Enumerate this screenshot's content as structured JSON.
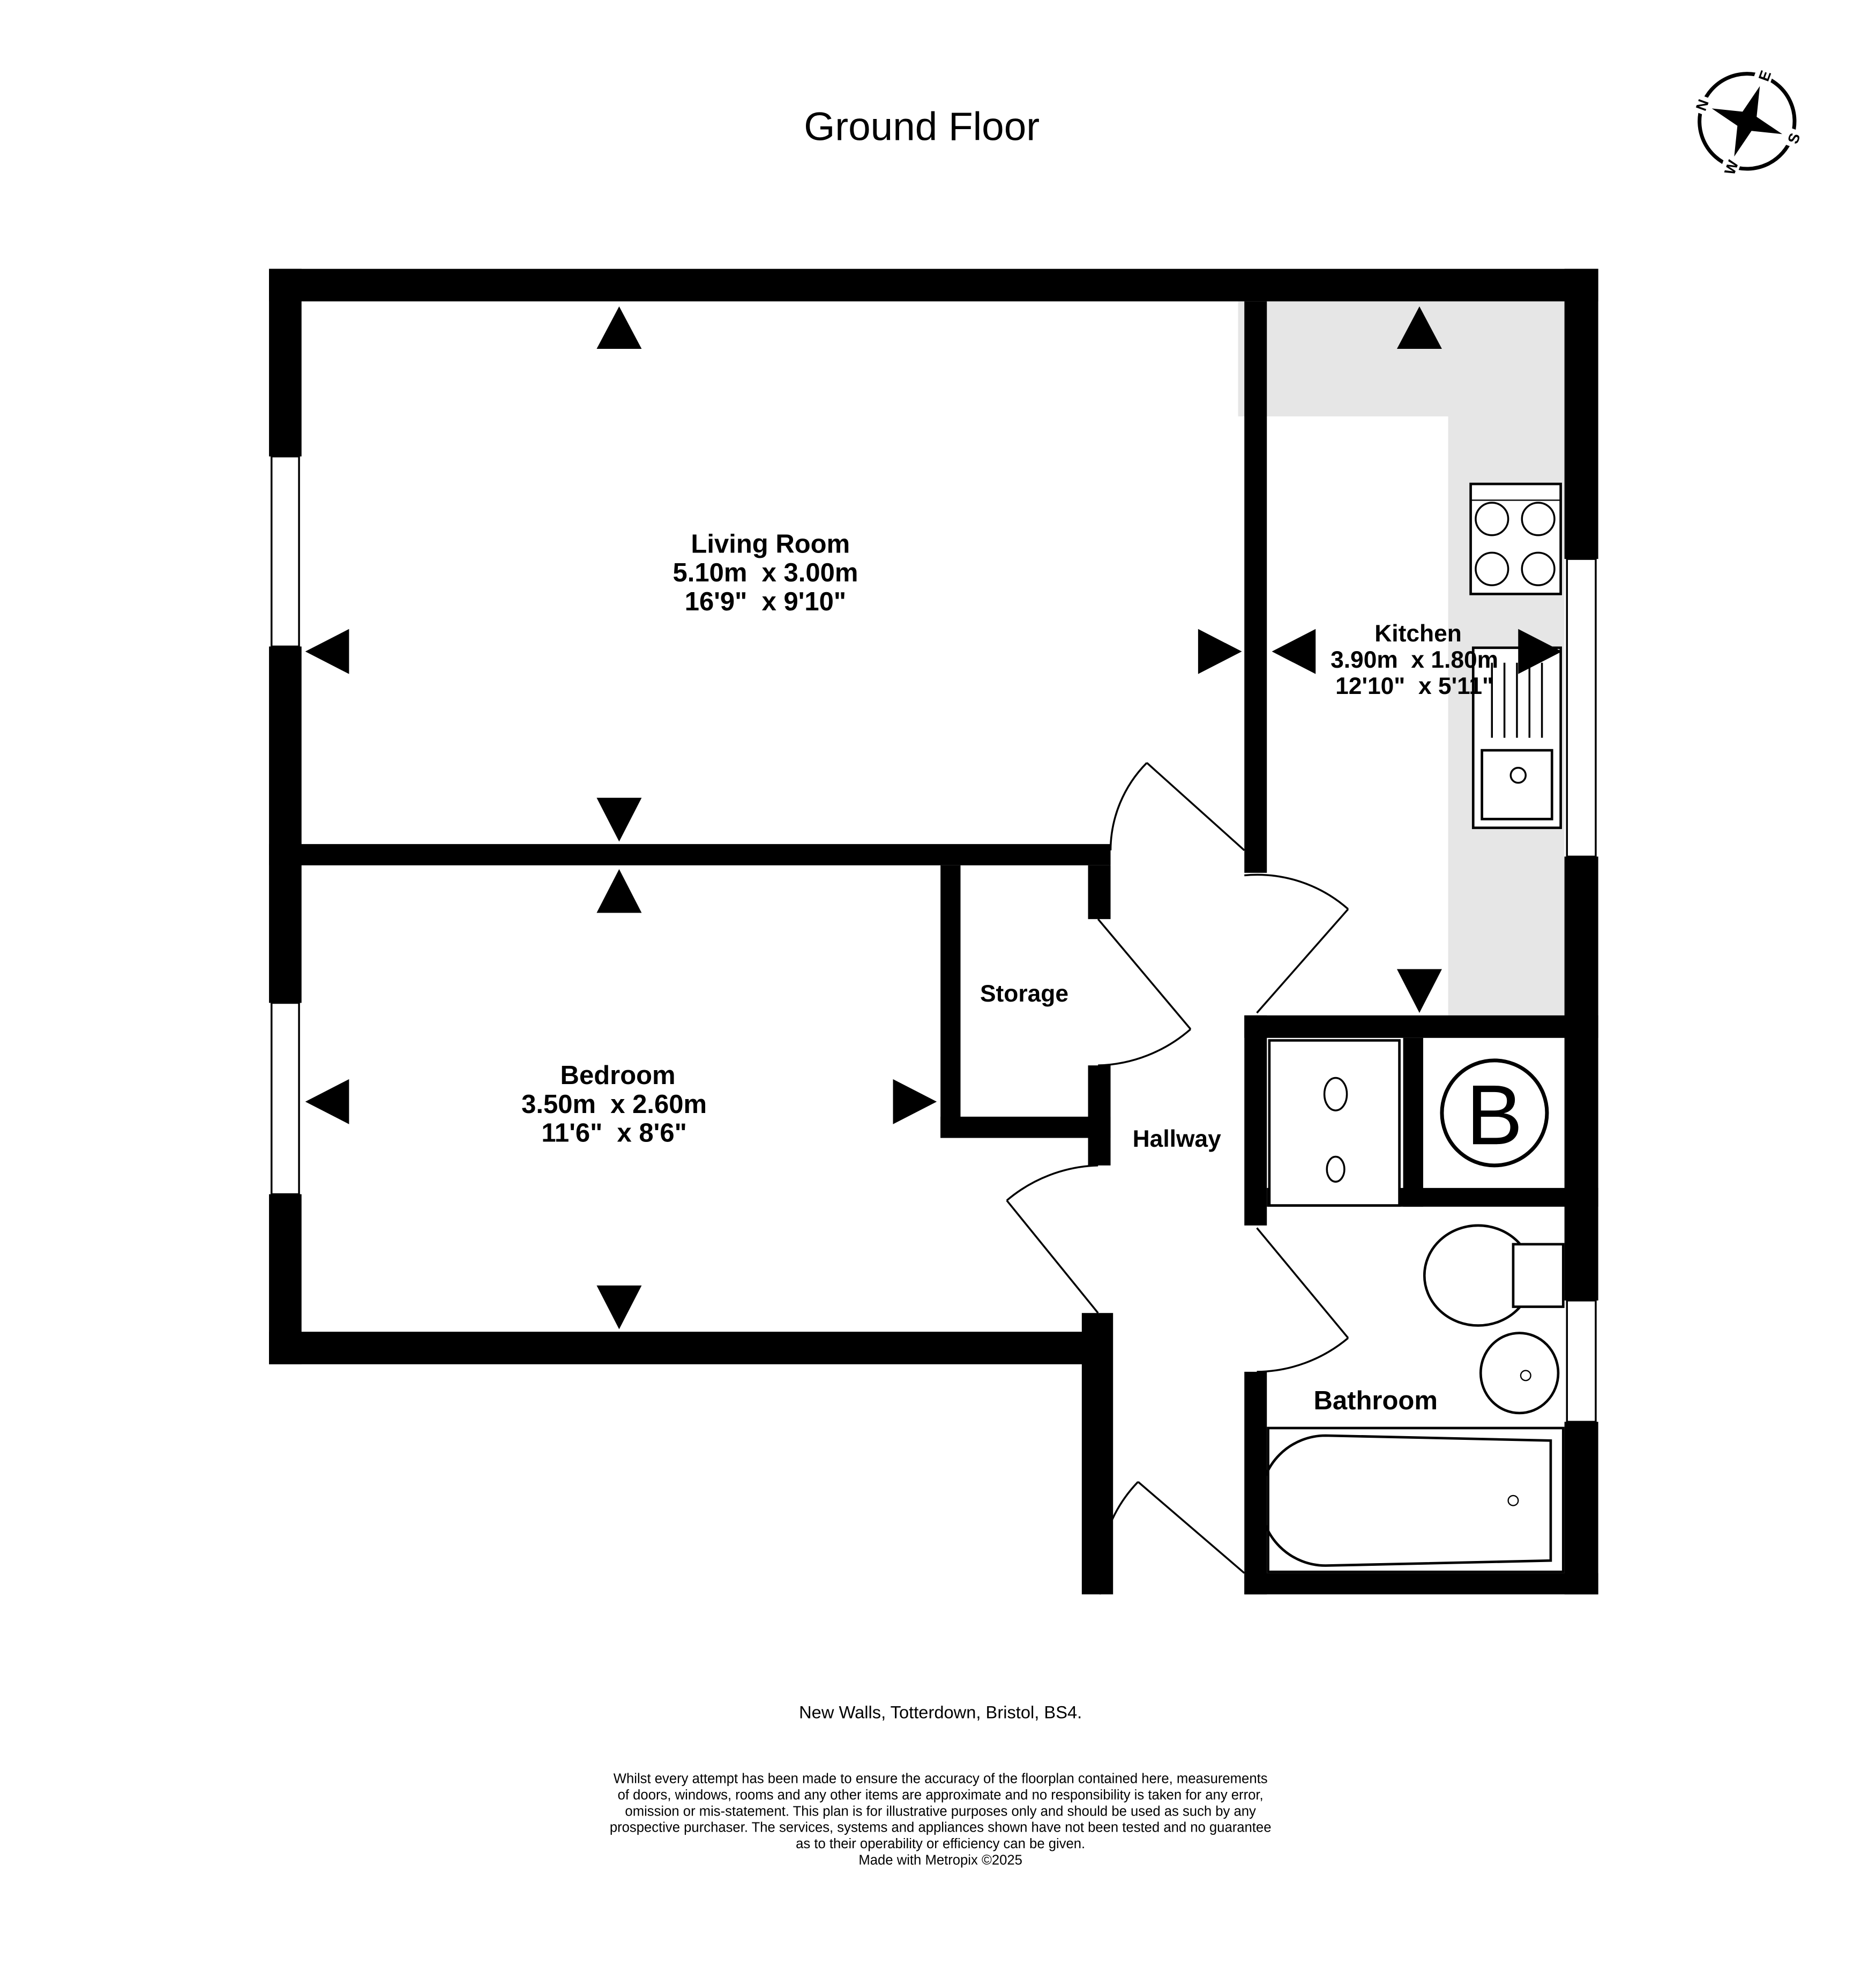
{
  "title": "Ground Floor",
  "compass": {
    "n": "N",
    "e": "E",
    "s": "S",
    "w": "W"
  },
  "rooms": {
    "living": {
      "name": "Living Room",
      "metric": "5.10m  x 3.00m",
      "imperial": "16'9\"  x 9'10\""
    },
    "kitchen": {
      "name": "Kitchen",
      "metric": "3.90m  x 1.80m",
      "imperial": "12'10\"  x 5'11\""
    },
    "bedroom": {
      "name": "Bedroom",
      "metric": "3.50m  x 2.60m",
      "imperial": "11'6\"  x 8'6\""
    },
    "storage": {
      "name": "Storage"
    },
    "hallway": {
      "name": "Hallway"
    },
    "bathroom": {
      "name": "Bathroom"
    },
    "boiler": {
      "symbol": "B"
    }
  },
  "address": "New Walls, Totterdown, Bristol, BS4.",
  "disclaimer": [
    "Whilst every attempt has been made to ensure the accuracy of the floorplan contained here, measurements",
    "of doors, windows, rooms and any other items are approximate and no responsibility is taken for any error,",
    "omission or mis-statement. This plan is for illustrative purposes only and should be used as such by any",
    "prospective purchaser. The services, systems and appliances shown have not been tested and no guarantee",
    "as to their operability or efficiency can be given.",
    "Made with Metropix ©2025"
  ],
  "colors": {
    "wall": "#000000",
    "counter": "#e6e6e6"
  }
}
